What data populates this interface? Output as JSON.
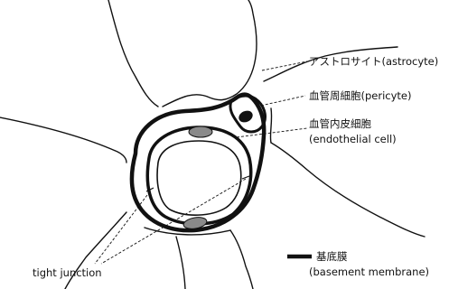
{
  "labels": {
    "astrocyte": "アストロサイト(astrocyte)",
    "pericyte": "血管周細胞(pericyte)",
    "endothelial_ja": "血管内皮細胞",
    "endothelial_en": "(endothelial cell)",
    "tight_junction": "tight junction",
    "basement_ja": "基底膜",
    "basement_en": "(basement membrane)"
  },
  "colors": {
    "line": "#111111",
    "nucleus_fill": "#8a8a8a",
    "background": "#ffffff"
  }
}
